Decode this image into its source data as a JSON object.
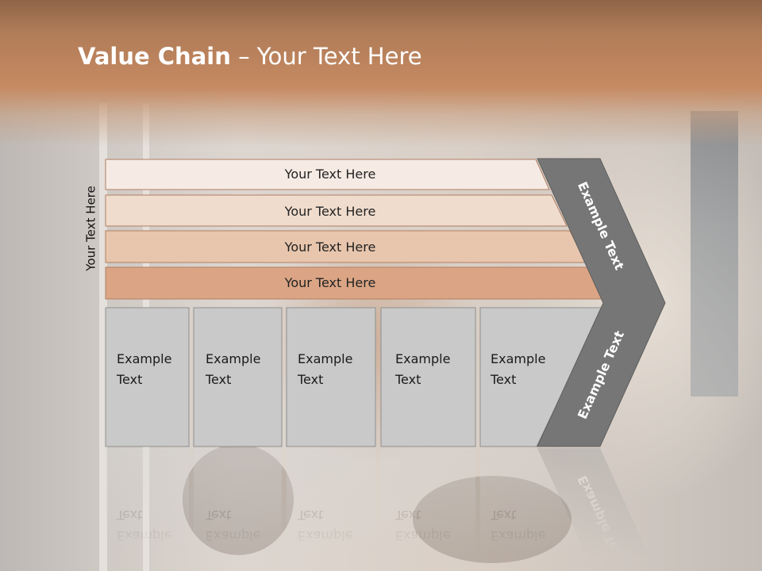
{
  "slide": {
    "title_bold": "Value Chain",
    "title_rest": " – Your Text Here",
    "side_label": "Your Text Here"
  },
  "rows": [
    {
      "label": "Your Text Here",
      "fill": "#f6ebe4"
    },
    {
      "label": "Your Text Here",
      "fill": "#f0dccd"
    },
    {
      "label": "Your Text Here",
      "fill": "#e8c6ad"
    },
    {
      "label": "Your Text Here",
      "fill": "#dba585"
    }
  ],
  "boxes": [
    {
      "line1": "Example",
      "line2": "Text"
    },
    {
      "line1": "Example",
      "line2": "Text"
    },
    {
      "line1": "Example",
      "line2": "Text"
    },
    {
      "line1": "Example",
      "line2": "Text"
    },
    {
      "line1": "Example",
      "line2": "Text"
    }
  ],
  "chevron": {
    "upper_text": "Example Text",
    "lower_text": "Example Text",
    "fill": "#767676"
  },
  "colors": {
    "header": "#c68a62",
    "box_fill": "#c9c9c9",
    "box_stroke": "#8f8f8f"
  }
}
